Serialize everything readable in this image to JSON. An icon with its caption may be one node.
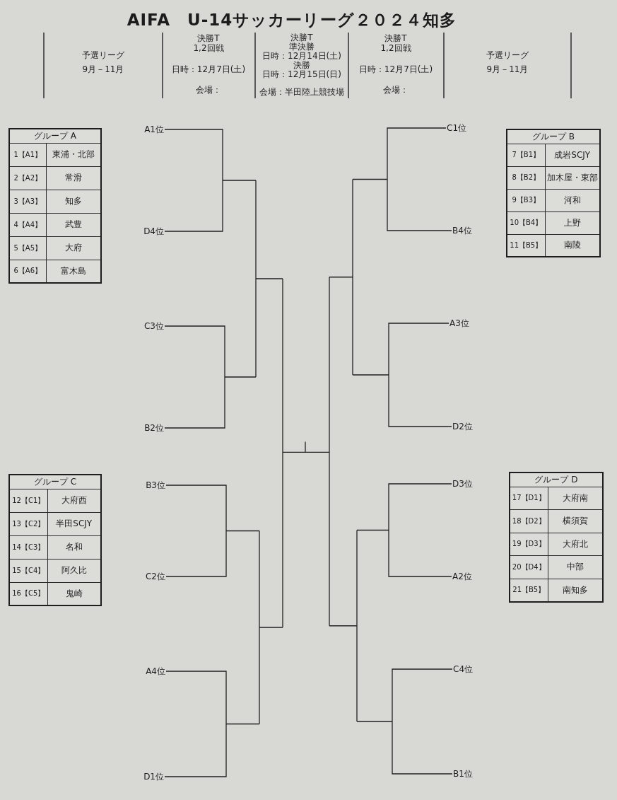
{
  "diagram": {
    "title": "AIFA　U-14サッカーリーグ２０２４知多",
    "nodes": [
      {
        "text": [
          "A1位"
        ]
      },
      {
        "text": [
          "D4位"
        ]
      },
      {
        "text": [
          "C3位"
        ]
      },
      {
        "text": [
          "B2位"
        ]
      },
      {
        "text": [
          "B3位"
        ]
      },
      {
        "text": [
          "C2位"
        ]
      },
      {
        "text": [
          "A4位"
        ]
      },
      {
        "text": [
          "D1位"
        ]
      },
      {
        "text": [
          "C1位"
        ]
      },
      {
        "text": [
          "B4位"
        ]
      },
      {
        "text": [
          "A3位"
        ]
      },
      {
        "text": [
          "D2位"
        ]
      },
      {
        "text": [
          "D3位"
        ]
      },
      {
        "text": [
          "A2位"
        ]
      },
      {
        "text": [
          "C4位"
        ]
      },
      {
        "text": [
          "B1位"
        ]
      }
    ],
    "edges": [
      {
        "from": 0,
        "to": 1,
        "arrow": "none"
      },
      {
        "from": 2,
        "to": 3,
        "arrow": "none"
      },
      {
        "from": 4,
        "to": 5,
        "arrow": "none"
      },
      {
        "from": 6,
        "to": 7,
        "arrow": "none"
      },
      {
        "from": 8,
        "to": 9,
        "arrow": "none"
      },
      {
        "from": 10,
        "to": 11,
        "arrow": "none"
      },
      {
        "from": 12,
        "to": 13,
        "arrow": "none"
      },
      {
        "from": 14,
        "to": 15,
        "arrow": "none"
      }
    ],
    "labels": [
      "予選リーグ",
      "9月－11月",
      "決勝T",
      "1,2回戦",
      "日時：12月7日(土)",
      "会場：",
      "決勝T",
      "準決勝",
      "日時：12月14日(土)",
      "決勝",
      "日時：12月15日(日)",
      "会場：半田陸上競技場",
      "決勝T",
      "1,2回戦",
      "日時：12月7日(土)",
      "会場：",
      "予選リーグ",
      "9月－11月",
      "グループ A",
      "1【A1】",
      "東浦・北部",
      "2【A2】",
      "常滑",
      "3【A3】",
      "知多",
      "4【A4】",
      "武豊",
      "5【A5】",
      "大府",
      "6【A6】",
      "富木島",
      "グループ B",
      "7【B1】",
      "成岩SCJY",
      "8【B2】",
      "加木屋・東部",
      "9【B3】",
      "河和",
      "10【B4】",
      "上野",
      "11【B5】",
      "南陵",
      "グループ C",
      "12【C1】",
      "大府西",
      "13【C2】",
      "半田SCJY",
      "14【C3】",
      "名和",
      "15【C4】",
      "阿久比",
      "16【C5】",
      "鬼崎",
      "グループ D",
      "17【D1】",
      "大府南",
      "18【D2】",
      "横須賀",
      "19【D3】",
      "大府北",
      "20【D4】",
      "中部",
      "21【B5】",
      "南知多"
    ]
  }
}
